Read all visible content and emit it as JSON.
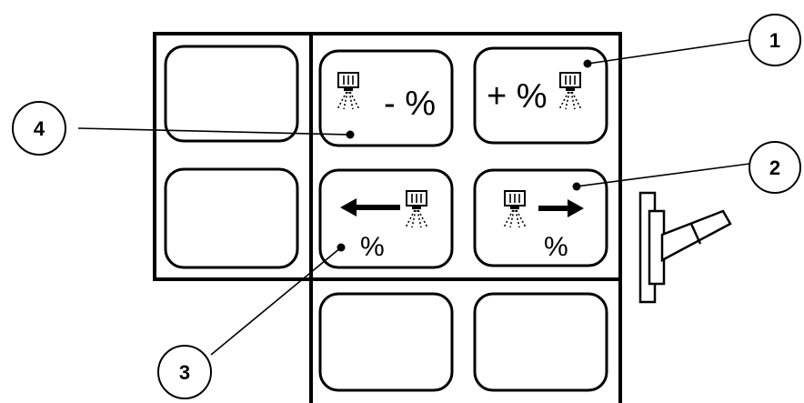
{
  "keys": {
    "k1": {
      "label": "+ %"
    },
    "k2": {
      "label": "%"
    },
    "k3": {
      "label": "%"
    },
    "k4": {
      "label": "- %"
    }
  },
  "callouts": [
    {
      "number": "1"
    },
    {
      "number": "2"
    },
    {
      "number": "3"
    },
    {
      "number": "4"
    }
  ]
}
